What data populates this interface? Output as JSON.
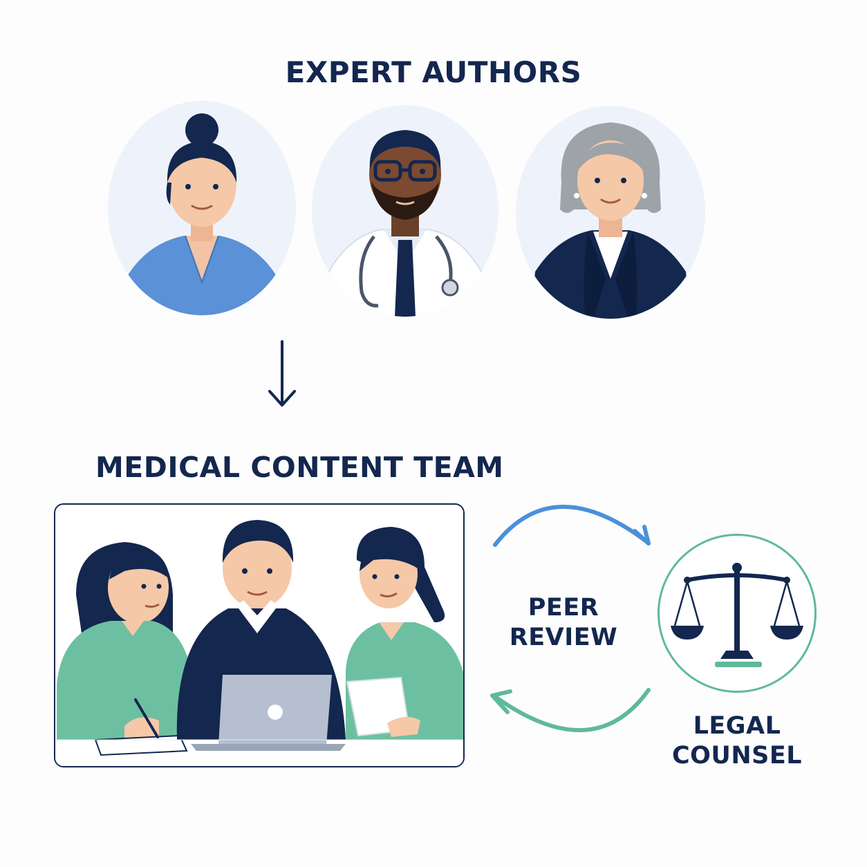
{
  "diagram": {
    "expert_authors": {
      "title": "EXPERT AUTHORS"
    },
    "medical_content_team": {
      "title": "MEDICAL CONTENT TEAM"
    },
    "peer_review": {
      "line1": "PEER",
      "line2": "REVIEW"
    },
    "legal_counsel": {
      "line1": "LEGAL",
      "line2": "COUNSEL"
    }
  },
  "icons": {
    "flow_arrow": "down-arrow-icon",
    "review_cycle": [
      "cycle-arrow-icon",
      "cycle-arrow-icon"
    ],
    "legal": "scales-of-justice-icon"
  },
  "colors": {
    "navy": "#13274f",
    "blue": "#4a90d9",
    "teal": "#5fb99b",
    "avatar_bg": "#eef3fb"
  }
}
